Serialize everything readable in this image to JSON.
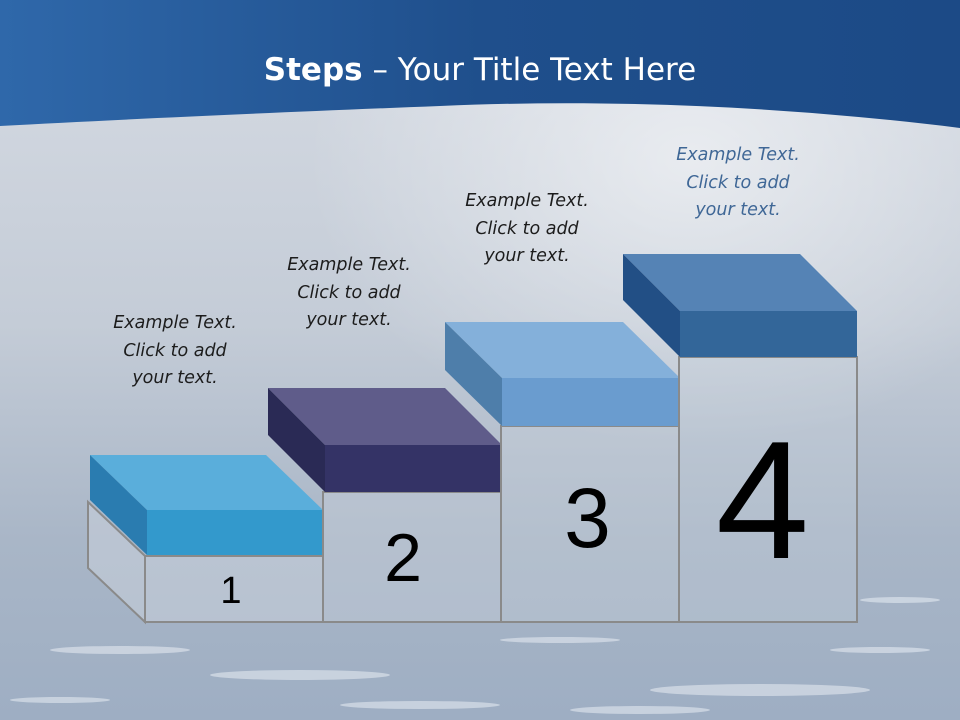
{
  "slide": {
    "title_bold": "Steps",
    "title_rest": " – Your Title Text Here"
  },
  "steps": [
    {
      "number": "1",
      "text": [
        "Example Text.",
        "Click  to add",
        "your text."
      ],
      "color": "#3399cc"
    },
    {
      "number": "2",
      "text": [
        "Example Text.",
        "Click  to add",
        "your text."
      ],
      "color": "#333366"
    },
    {
      "number": "3",
      "text": [
        "Example Text.",
        "Click  to add",
        "your text."
      ],
      "color": "#6699cc"
    },
    {
      "number": "4",
      "text": [
        "Example Text.",
        "Click  to add",
        "your text."
      ],
      "color": "#336699"
    }
  ],
  "colors": {
    "header": "#2a5c9a",
    "background": "#c3cbd6"
  }
}
